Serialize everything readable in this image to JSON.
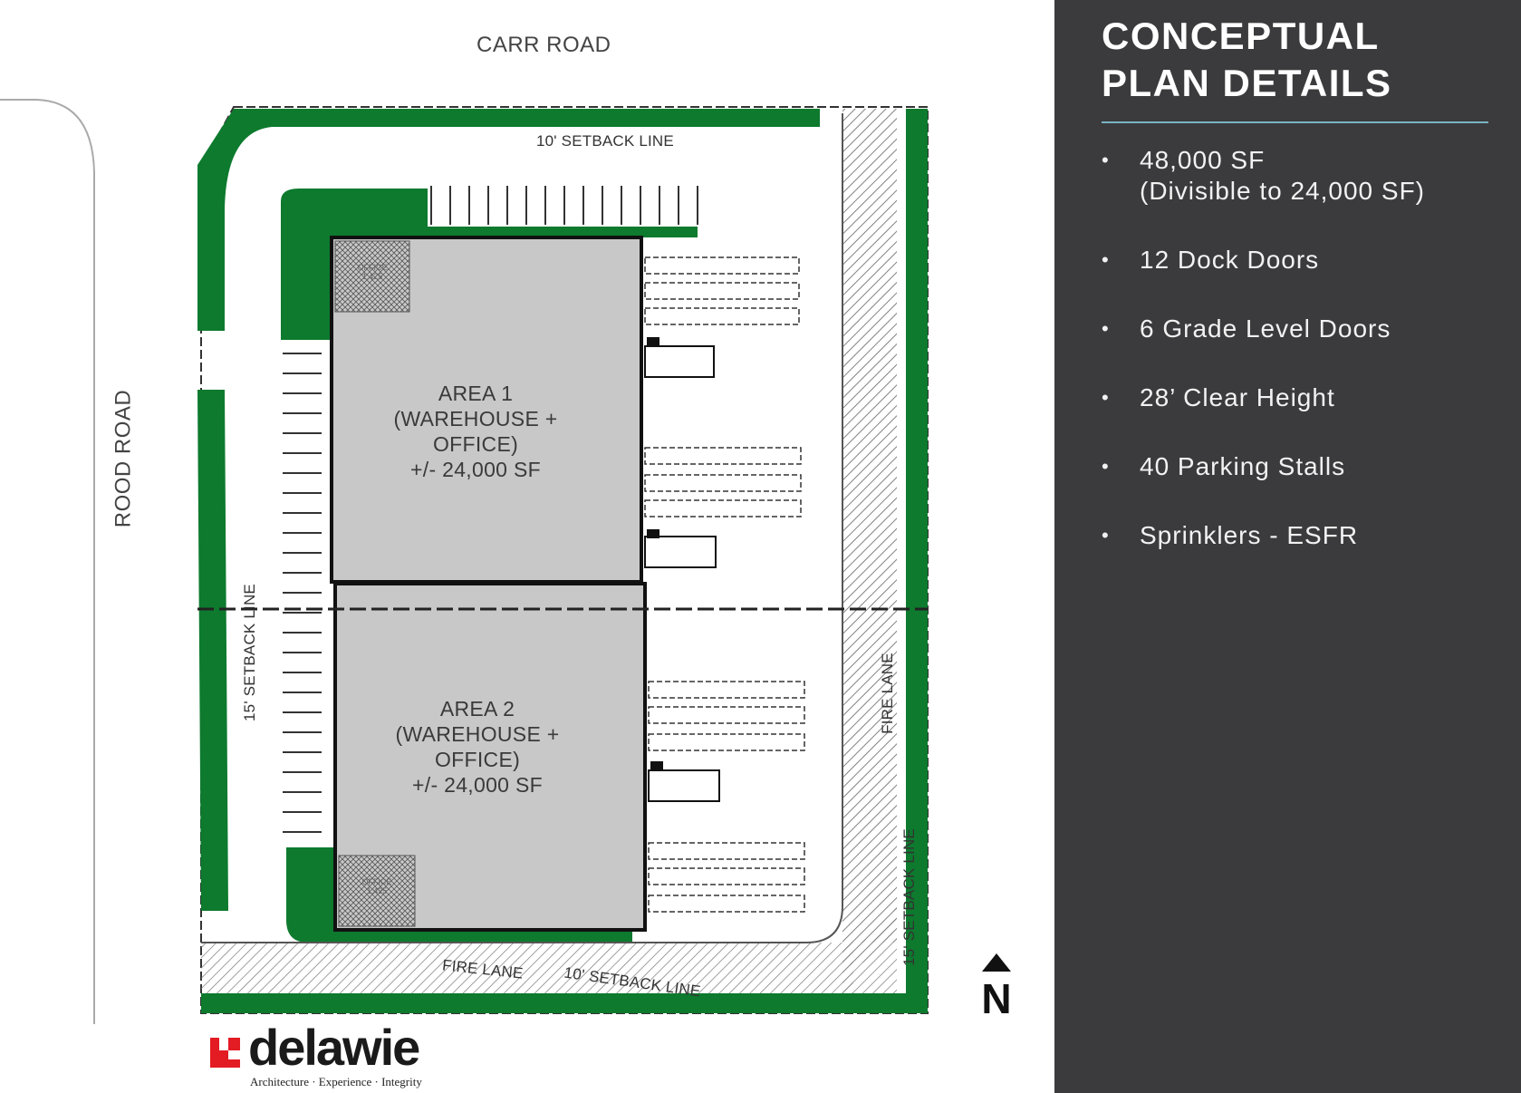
{
  "plan": {
    "roads": {
      "north": "CARR ROAD",
      "west": "ROOD ROAD"
    },
    "setbacks": {
      "north": "10' SETBACK LINE",
      "west": "15' SETBACK LINE",
      "south": "10' SETBACK LINE",
      "east": "15' SETBACK LINE"
    },
    "fire_lanes": {
      "east": "FIRE LANE",
      "south": "FIRE LANE"
    },
    "areas": [
      {
        "name": "AREA 1",
        "use": "(WAREHOUSE +",
        "use2": "OFFICE)",
        "size": "+/- 24,000 SF",
        "office_tag": "OFFICE\n1,425"
      },
      {
        "name": "AREA 2",
        "use": "(WAREHOUSE +",
        "use2": "OFFICE)",
        "size": "+/- 24,000 SF",
        "office_tag": "OFFICE\n1,425"
      }
    ],
    "north_arrow": "N",
    "colors": {
      "landscape": "#0d7a2e",
      "building": "#c8c8c8",
      "hatch": "#777777"
    }
  },
  "logo": {
    "word": "delawie",
    "tagline": "Architecture · Experience · Integrity",
    "color": "#e31b23"
  },
  "details": {
    "title": "CONCEPTUAL\nPLAN DETAILS",
    "items": [
      {
        "text": "48,000 SF",
        "sub": "(Divisible to 24,000 SF)"
      },
      {
        "text": "12 Dock Doors",
        "sub": ""
      },
      {
        "text": "6 Grade Level Doors",
        "sub": ""
      },
      {
        "text": "28’ Clear Height",
        "sub": ""
      },
      {
        "text": "40 Parking Stalls",
        "sub": ""
      },
      {
        "text": "Sprinklers - ESFR",
        "sub": ""
      }
    ],
    "accent": "#7ab3c4"
  }
}
